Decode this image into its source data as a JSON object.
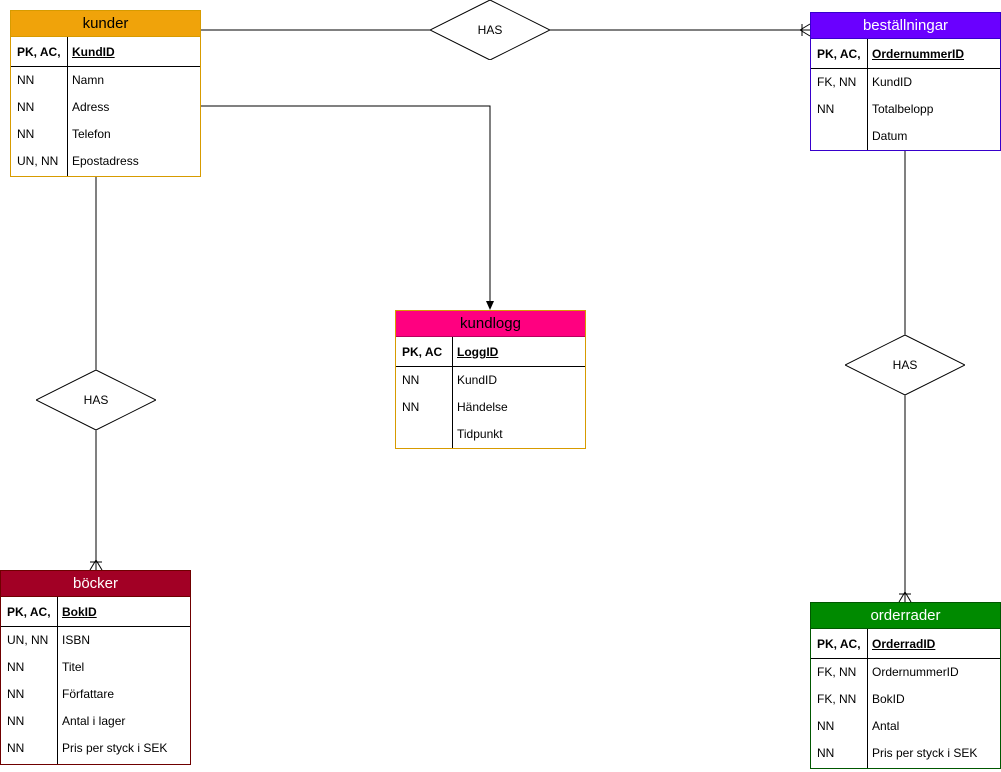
{
  "entities": {
    "kunder": {
      "title": "kunder",
      "pk": {
        "key": "PK, AC,",
        "field": "KundID"
      },
      "attrs": [
        {
          "key": "NN",
          "field": "Namn"
        },
        {
          "key": "NN",
          "field": "Adress"
        },
        {
          "key": "NN",
          "field": "Telefon"
        },
        {
          "key": "UN, NN",
          "field": "Epostadress"
        }
      ]
    },
    "bestallningar": {
      "title": "beställningar",
      "pk": {
        "key": "PK, AC,",
        "field": "OrdernummerID"
      },
      "attrs": [
        {
          "key": "FK, NN",
          "field": "KundID"
        },
        {
          "key": "NN",
          "field": "Totalbelopp"
        },
        {
          "key": "",
          "field": "Datum"
        }
      ]
    },
    "kundlogg": {
      "title": "kundlogg",
      "pk": {
        "key": "PK, AC",
        "field": "LoggID"
      },
      "attrs": [
        {
          "key": "NN",
          "field": "KundID"
        },
        {
          "key": "NN",
          "field": "Händelse"
        },
        {
          "key": "",
          "field": "Tidpunkt"
        }
      ]
    },
    "bocker": {
      "title": "böcker",
      "pk": {
        "key": "PK, AC,",
        "field": "BokID"
      },
      "attrs": [
        {
          "key": "UN, NN",
          "field": "ISBN"
        },
        {
          "key": "NN",
          "field": "Titel"
        },
        {
          "key": "NN",
          "field": "Författare"
        },
        {
          "key": "NN",
          "field": "Antal i lager"
        },
        {
          "key": "NN",
          "field": "Pris per styck i SEK"
        }
      ]
    },
    "orderrader": {
      "title": "orderrader",
      "pk": {
        "key": "PK, AC,",
        "field": "OrderradID"
      },
      "attrs": [
        {
          "key": "FK, NN",
          "field": "OrdernummerID"
        },
        {
          "key": "FK, NN",
          "field": "BokID"
        },
        {
          "key": "NN",
          "field": "Antal"
        },
        {
          "key": "NN",
          "field": "Pris per styck i SEK"
        }
      ]
    }
  },
  "relationships": {
    "kunder_bestallningar": "HAS",
    "kunder_bocker": "HAS",
    "bestallningar_orderrader": "HAS"
  }
}
